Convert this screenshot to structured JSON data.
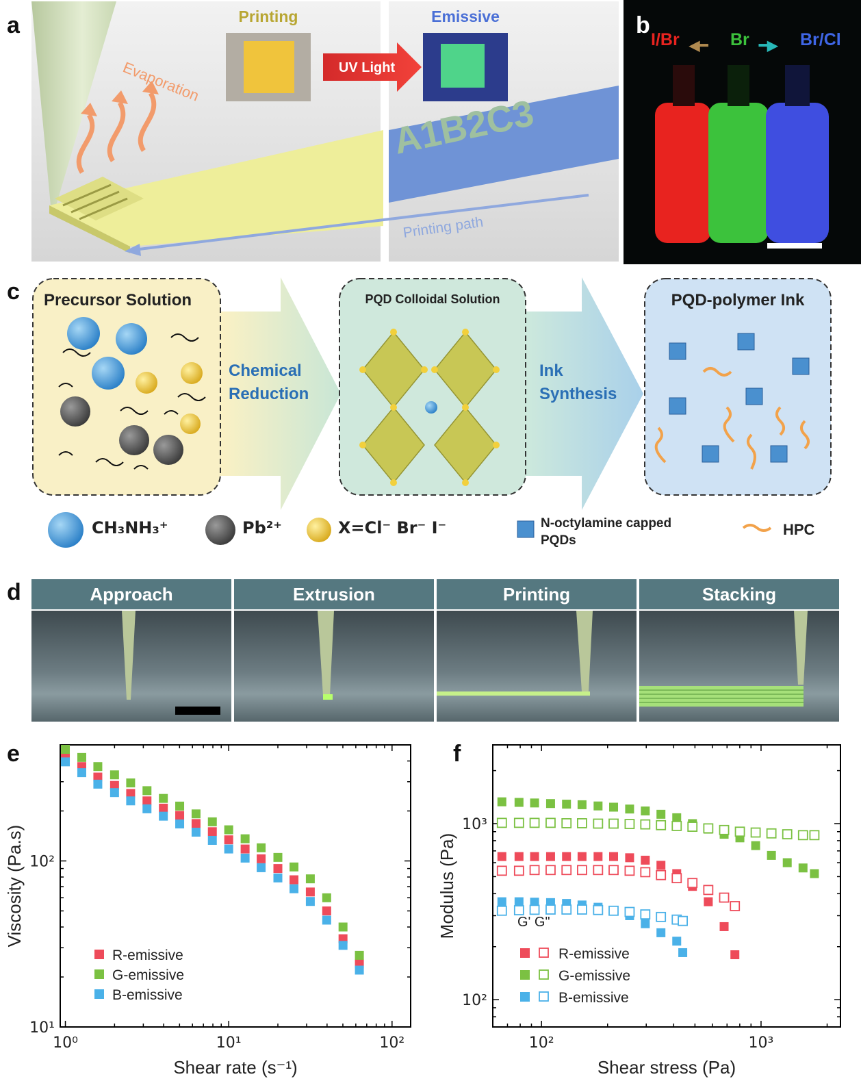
{
  "panels": {
    "a": {
      "label": "a",
      "evaporation": "Evaporation",
      "printing_title": "Printing",
      "emissive_title": "Emissive",
      "uv_light": "UV Light",
      "printing_path": "Printing path",
      "letters": "A1B2C3"
    },
    "b": {
      "label": "b",
      "left": "I/Br",
      "center": "Br",
      "right": "Br/Cl",
      "colors": [
        "#e8231f",
        "#3cc23c",
        "#3f4ee0"
      ]
    },
    "c": {
      "label": "c",
      "box1": "Precursor Solution",
      "arrow1_line1": "Chemical",
      "arrow1_line2": "Reduction",
      "box2": "PQD Colloidal Solution",
      "arrow2_line1": "Ink",
      "arrow2_line2": "Synthesis",
      "box3": "PQD-polymer Ink",
      "legend": {
        "cation": "CH₃NH₃⁺",
        "lead": "Pb²⁺",
        "halide": "X=Cl⁻ Br⁻ I⁻",
        "pqd_line1": "N-octylamine capped",
        "pqd_line2": "PQDs",
        "hpc": "HPC"
      }
    },
    "d": {
      "label": "d",
      "steps": [
        "Approach",
        "Extrusion",
        "Printing",
        "Stacking"
      ]
    },
    "e": {
      "label": "e"
    },
    "f": {
      "label": "f",
      "legend_header": "G' G\""
    }
  },
  "colors": {
    "red": "#ee4b5a",
    "green": "#7bc142",
    "blue": "#4ab1e8",
    "accent_blue": "#2a6fb5"
  },
  "chart_data": [
    {
      "type": "scatter",
      "panel": "e",
      "xlabel": "Shear rate (s⁻¹)",
      "ylabel": "Viscosity (Pa.s)",
      "xscale": "log",
      "yscale": "log",
      "xlim": [
        0.93,
        130
      ],
      "ylim": [
        10,
        500
      ],
      "xticks": [
        "10⁰",
        "10¹",
        "10²"
      ],
      "yticks": [
        "10¹",
        "10²"
      ],
      "legend_position": "bottom-left",
      "series": [
        {
          "name": "R-emissive",
          "color": "#ee4b5a",
          "x": [
            1.0,
            1.26,
            1.58,
            2.0,
            2.51,
            3.16,
            3.98,
            5.01,
            6.31,
            7.94,
            10.0,
            12.6,
            15.8,
            20.0,
            25.1,
            31.6,
            39.8,
            50.1,
            63.1
          ],
          "y": [
            420,
            370,
            320,
            285,
            255,
            230,
            208,
            188,
            168,
            150,
            134,
            118,
            103,
            90,
            77,
            65,
            50,
            34,
            24
          ]
        },
        {
          "name": "G-emissive",
          "color": "#7bc142",
          "x": [
            1.0,
            1.26,
            1.58,
            2.0,
            2.51,
            3.16,
            3.98,
            5.01,
            6.31,
            7.94,
            10.0,
            12.6,
            15.8,
            20.0,
            25.1,
            31.6,
            39.8,
            50.1,
            63.1
          ],
          "y": [
            470,
            420,
            370,
            330,
            295,
            265,
            238,
            214,
            192,
            172,
            154,
            136,
            120,
            105,
            92,
            78,
            60,
            40,
            27
          ]
        },
        {
          "name": "B-emissive",
          "color": "#4ab1e8",
          "x": [
            1.0,
            1.26,
            1.58,
            2.0,
            2.51,
            3.16,
            3.98,
            5.01,
            6.31,
            7.94,
            10.0,
            12.6,
            15.8,
            20.0,
            25.1,
            31.6,
            39.8,
            50.1,
            63.1
          ],
          "y": [
            395,
            340,
            290,
            258,
            230,
            206,
            186,
            167,
            149,
            133,
            118,
            104,
            91,
            79,
            68,
            57,
            44,
            31,
            22
          ]
        }
      ]
    },
    {
      "type": "scatter",
      "panel": "f",
      "xlabel": "Shear stress (Pa)",
      "ylabel": "Modulus (Pa)",
      "xscale": "log",
      "yscale": "log",
      "xlim": [
        60,
        2300
      ],
      "ylim": [
        70,
        2800
      ],
      "xticks": [
        "10²",
        "10³"
      ],
      "yticks": [
        "10²",
        "10³"
      ],
      "legend_position": "bottom-left",
      "series": [
        {
          "name": "R-emissive",
          "modulus": "G'",
          "filled": true,
          "color": "#ee4b5a",
          "x": [
            66,
            79,
            93,
            110,
            130,
            153,
            181,
            213,
            252,
            297,
            350,
            413,
            487,
            575,
            679,
            760
          ],
          "y": [
            650,
            650,
            650,
            650,
            650,
            650,
            650,
            650,
            640,
            620,
            580,
            520,
            440,
            360,
            260,
            180
          ]
        },
        {
          "name": "R-emissive",
          "modulus": "G\"",
          "filled": false,
          "color": "#ee4b5a",
          "x": [
            66,
            79,
            93,
            110,
            130,
            153,
            181,
            213,
            252,
            297,
            350,
            413,
            487,
            575,
            679,
            760
          ],
          "y": [
            540,
            540,
            545,
            545,
            545,
            545,
            545,
            545,
            540,
            530,
            510,
            490,
            460,
            420,
            380,
            340
          ]
        },
        {
          "name": "G-emissive",
          "modulus": "G'",
          "filled": true,
          "color": "#7bc142",
          "x": [
            66,
            79,
            93,
            110,
            130,
            153,
            181,
            213,
            252,
            297,
            350,
            413,
            487,
            575,
            679,
            801,
            945,
            1115,
            1316,
            1553,
            1750
          ],
          "y": [
            1330,
            1320,
            1310,
            1300,
            1290,
            1280,
            1260,
            1240,
            1210,
            1180,
            1130,
            1080,
            1000,
            930,
            870,
            830,
            750,
            660,
            600,
            560,
            520
          ]
        },
        {
          "name": "G-emissive",
          "modulus": "G\"",
          "filled": false,
          "color": "#7bc142",
          "x": [
            66,
            79,
            93,
            110,
            130,
            153,
            181,
            213,
            252,
            297,
            350,
            413,
            487,
            575,
            679,
            801,
            945,
            1115,
            1316,
            1553,
            1750
          ],
          "y": [
            1010,
            1010,
            1010,
            1010,
            1005,
            1005,
            1000,
            1000,
            995,
            990,
            980,
            970,
            960,
            940,
            920,
            900,
            890,
            880,
            870,
            860,
            860
          ]
        },
        {
          "name": "B-emissive",
          "modulus": "G'",
          "filled": true,
          "color": "#4ab1e8",
          "x": [
            66,
            79,
            93,
            110,
            130,
            153,
            181,
            213,
            252,
            297,
            350,
            413,
            440
          ],
          "y": [
            360,
            360,
            358,
            356,
            352,
            345,
            335,
            320,
            300,
            270,
            240,
            215,
            185
          ]
        },
        {
          "name": "B-emissive",
          "modulus": "G\"",
          "filled": false,
          "color": "#4ab1e8",
          "x": [
            66,
            79,
            93,
            110,
            130,
            153,
            181,
            213,
            252,
            297,
            350,
            413,
            440
          ],
          "y": [
            320,
            322,
            324,
            325,
            325,
            325,
            323,
            320,
            315,
            305,
            295,
            285,
            280
          ]
        }
      ]
    }
  ]
}
